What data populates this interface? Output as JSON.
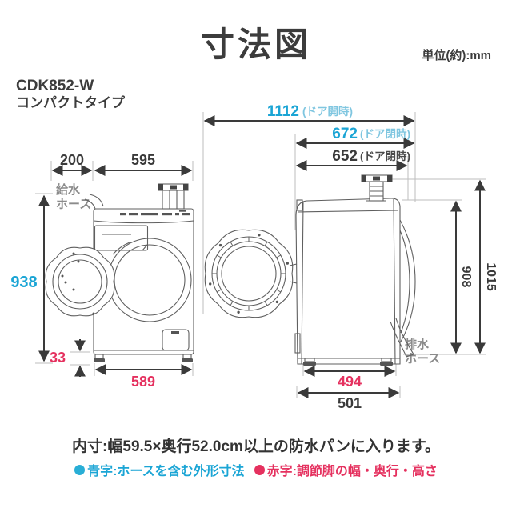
{
  "page": {
    "title": "寸法図",
    "unit_note": "単位(約):mm",
    "model_name": "CDK852-W",
    "model_type": "コンパクトタイプ"
  },
  "colors": {
    "dimension_blue": "#1ba5d5",
    "dimension_blue_light": "#7fc6e0",
    "dimension_red": "#e5315f",
    "dimension_dark": "#3a3a3a",
    "label_gray": "#8b8b8b"
  },
  "front_view": {
    "dims": {
      "hose_clearance_width": "200",
      "body_width": "595",
      "overall_height": "938",
      "foot_height": "33",
      "foot_width": "589"
    },
    "labels": {
      "supply_hose_line1": "給水",
      "supply_hose_line2": "ホース"
    }
  },
  "side_view": {
    "dims": {
      "depth_door_open": "1112",
      "depth_door_open_note": "(ドア開時)",
      "depth_closed_with_hose": "672",
      "depth_closed_with_hose_note": "(ドア閉時)",
      "depth_closed": "652",
      "depth_closed_note": "(ドア閉時)",
      "body_height": "908",
      "height_with_valve": "1015",
      "foot_depth": "494",
      "body_depth": "501"
    },
    "labels": {
      "drain_hose_line1": "排水",
      "drain_hose_line2": "ホース"
    }
  },
  "footer": {
    "note": "内寸:幅59.5×奥行52.0cm以上の防水パンに入ります。",
    "legend_blue_label": "青字:ホースを含む外形寸法",
    "legend_red_label": "赤字:調節脚の幅・奥行・高さ"
  }
}
